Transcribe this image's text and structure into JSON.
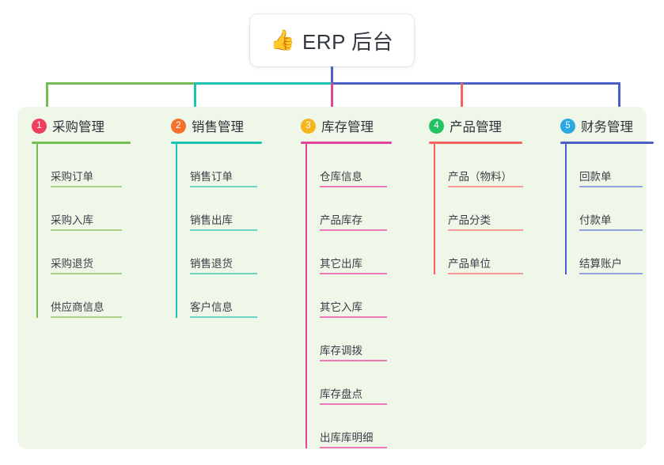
{
  "diagram": {
    "type": "mindmap",
    "background_color": "#ffffff",
    "panel_color": "#eef7e8",
    "root": {
      "icon": "thumbs-up-emoji",
      "icon_glyph": "👍",
      "label": "ERP 后台"
    },
    "branch_colors": [
      "#76bb53",
      "#1dc4b0",
      "#e0459b",
      "#f4615f",
      "#4b5fc4"
    ],
    "columns": [
      {
        "index": "1",
        "badge_color": "#ef3f5c",
        "line_color": "#76bb53",
        "leaf_line_color": "#a9ce8a",
        "title": "采购管理",
        "items": [
          "采购订单",
          "采购入库",
          "采购退货",
          "供应商信息"
        ]
      },
      {
        "index": "2",
        "badge_color": "#f5712c",
        "line_color": "#1dc4b0",
        "leaf_line_color": "#6fd4c6",
        "title": "销售管理",
        "items": [
          "销售订单",
          "销售出库",
          "销售退货",
          "客户信息"
        ]
      },
      {
        "index": "3",
        "badge_color": "#f5b61d",
        "line_color": "#e0459b",
        "leaf_line_color": "#eb7ab7",
        "title": "库存管理",
        "items": [
          "仓库信息",
          "产品库存",
          "其它出库",
          "其它入库",
          "库存调拨",
          "库存盘点",
          "出库库明细"
        ]
      },
      {
        "index": "4",
        "badge_color": "#23c362",
        "line_color": "#f4615f",
        "leaf_line_color": "#f79b99",
        "title": "产品管理",
        "items": [
          "产品（物料）",
          "产品分类",
          "产品单位"
        ]
      },
      {
        "index": "5",
        "badge_color": "#2aa9e0",
        "line_color": "#4b5fc4",
        "leaf_line_color": "#93a3dd",
        "title": "财务管理",
        "items": [
          "回款单",
          "付款单",
          "结算账户"
        ]
      }
    ]
  }
}
